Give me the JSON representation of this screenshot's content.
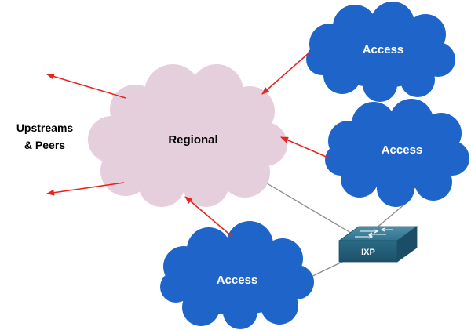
{
  "diagram": {
    "regional": {
      "label": "Regional",
      "color": "#e6cfdc"
    },
    "access_top": {
      "label": "Access",
      "color": "#1f65c9"
    },
    "access_mid": {
      "label": "Access",
      "color": "#1f65c9"
    },
    "access_bottom": {
      "label": "Access",
      "color": "#1f65c9"
    },
    "upstreams": {
      "line1": "Upstreams",
      "line2": "& Peers"
    },
    "ixp": {
      "label": "IXP",
      "color": "#2d6c86"
    },
    "arrow_color": "#e8251d",
    "link_color": "#8a8a8a"
  }
}
